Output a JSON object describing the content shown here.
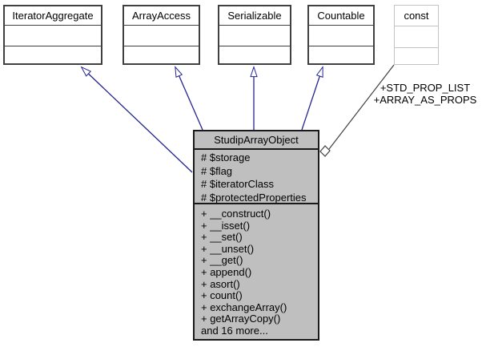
{
  "diagram": {
    "type": "uml-class-inheritance-diagram",
    "nodes": {
      "interfaces": [
        {
          "label": "IteratorAggregate"
        },
        {
          "label": "ArrayAccess"
        },
        {
          "label": "Serializable"
        },
        {
          "label": "Countable"
        }
      ],
      "const_node": {
        "label": "const"
      },
      "main_class": {
        "title": "StudipArrayObject",
        "attributes": [
          "# $storage",
          "# $flag",
          "# $iteratorClass",
          "# $protectedProperties"
        ],
        "methods": [
          "+ __construct()",
          "+ __isset()",
          "+ __set()",
          "+ __unset()",
          "+ __get()",
          "+ append()",
          "+ asort()",
          "+ count()",
          "+ exchangeArray()",
          "+ getArrayCopy()",
          "and 16 more..."
        ]
      }
    },
    "edge_labels": {
      "const_members_line1": "+STD_PROP_LIST",
      "const_members_line2": "+ARRAY_AS_PROPS"
    },
    "colors": {
      "inheritance_edge": "#24248f",
      "aggregation_edge": "#404040",
      "selected_node_fill": "#bfbfbf",
      "node_border": "#404040",
      "const_node_border": "#c3c3c3",
      "background": "#ffffff"
    }
  }
}
